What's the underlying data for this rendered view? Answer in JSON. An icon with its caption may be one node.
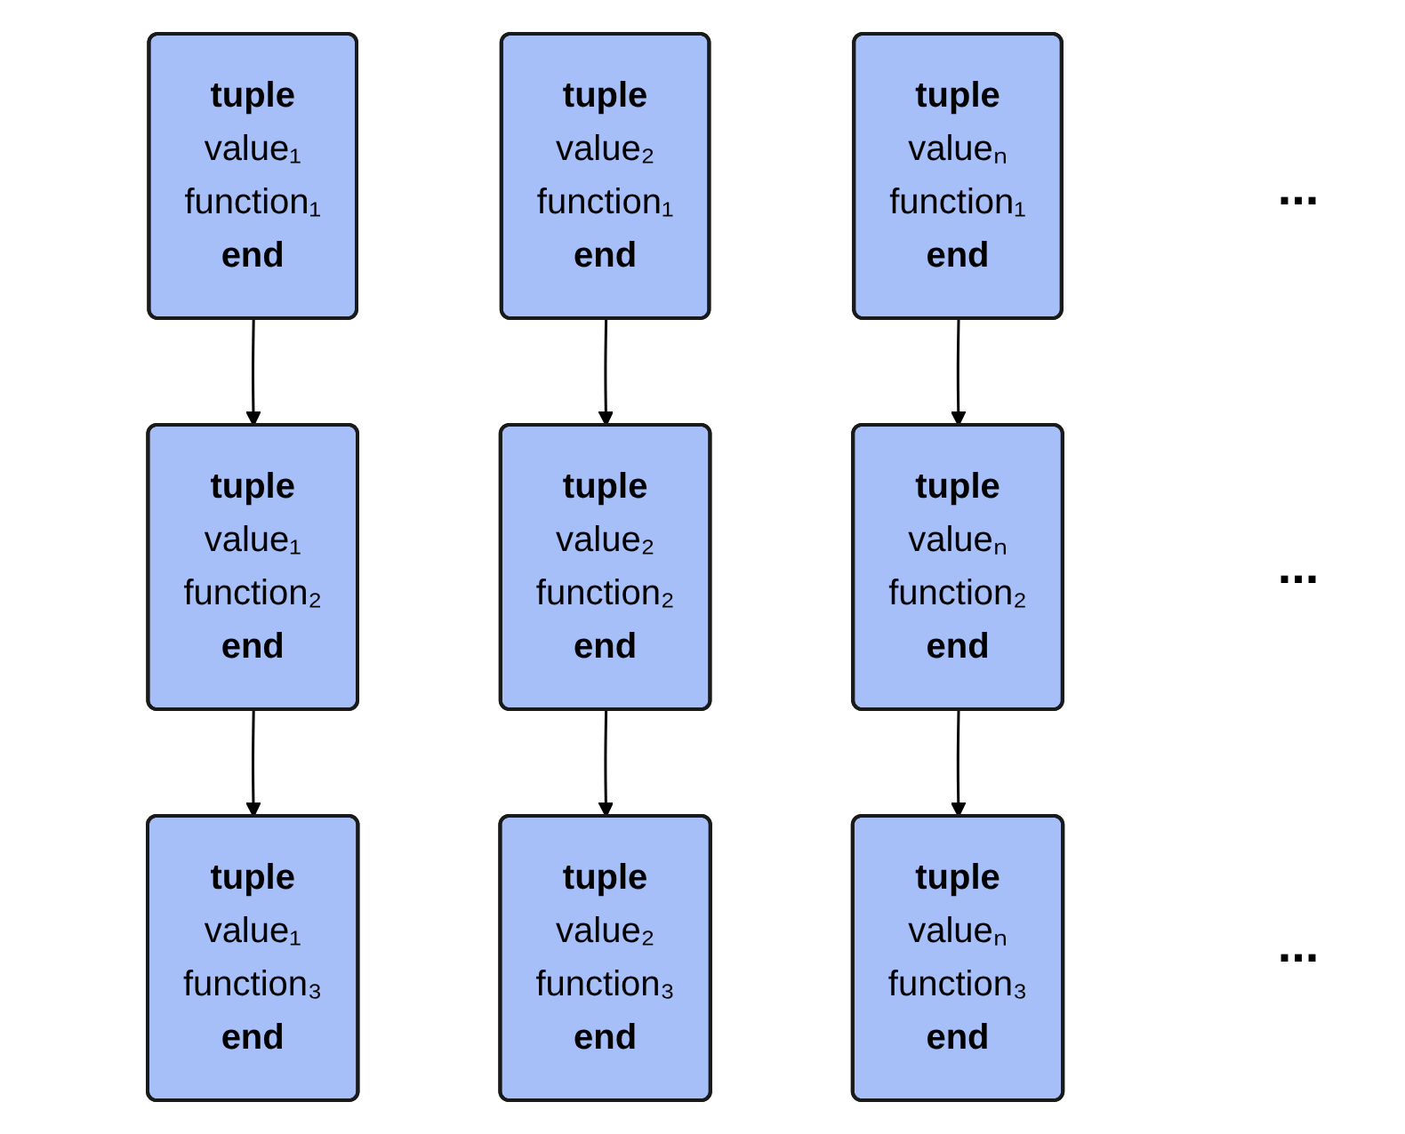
{
  "diagram": {
    "nodes": [
      {
        "text": [
          "tuple",
          "value₁",
          "function₁",
          "end"
        ]
      },
      {
        "text": [
          "tuple",
          "value₂",
          "function₁",
          "end"
        ]
      },
      {
        "text": [
          "tuple",
          "valueₙ",
          "function₁",
          "end"
        ]
      },
      {
        "text": [
          "tuple",
          "value₁",
          "function₂",
          "end"
        ]
      },
      {
        "text": [
          "tuple",
          "value₂",
          "function₂",
          "end"
        ]
      },
      {
        "text": [
          "tuple",
          "valueₙ",
          "function₂",
          "end"
        ]
      },
      {
        "text": [
          "tuple",
          "value₁",
          "function₃",
          "end"
        ]
      },
      {
        "text": [
          "tuple",
          "value₂",
          "function₃",
          "end"
        ]
      },
      {
        "text": [
          "tuple",
          "valueₙ",
          "function₃",
          "end"
        ]
      }
    ],
    "edges": [
      {
        "from": 0,
        "to": 3,
        "arrow": "to"
      },
      {
        "from": 3,
        "to": 6,
        "arrow": "to"
      },
      {
        "from": 1,
        "to": 4,
        "arrow": "to"
      },
      {
        "from": 4,
        "to": 7,
        "arrow": "to"
      },
      {
        "from": 2,
        "to": 5,
        "arrow": "to"
      },
      {
        "from": 5,
        "to": 8,
        "arrow": "to"
      }
    ],
    "labels": [
      "...",
      "...",
      "..."
    ]
  }
}
